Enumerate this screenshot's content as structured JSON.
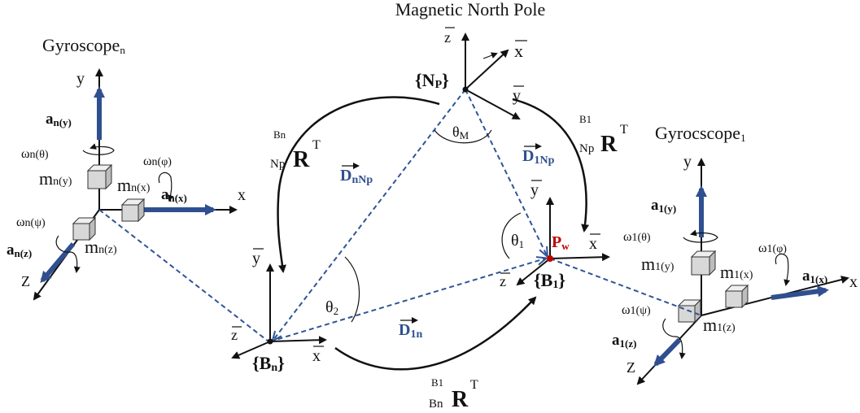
{
  "title": "Magnetic North Pole",
  "gyro_n": {
    "title_main": "Gyroscope",
    "title_sub": "n",
    "axis_y": "y",
    "axis_x": "x",
    "axis_z": "Z",
    "a_y": "a",
    "a_y_sub": "n(y)",
    "a_x": "a",
    "a_x_sub": "n(x)",
    "a_z": "a",
    "a_z_sub": "n(z)",
    "w_theta": "ω",
    "w_theta_sub": "n(θ)",
    "w_phi": "ω",
    "w_phi_sub": "n(φ)",
    "w_psi": "ω",
    "w_psi_sub": "n(ψ)",
    "m_y": "m",
    "m_y_sub": "n(y)",
    "m_x": "m",
    "m_x_sub": "n(x)",
    "m_z": "m",
    "m_z_sub": "n(z)"
  },
  "gyro_1": {
    "title_main": "Gyrocscope",
    "title_sub": "1",
    "axis_y": "y",
    "axis_x": "x",
    "axis_z": "Z",
    "a_y": "a",
    "a_y_sub": "1(y)",
    "a_x": "a",
    "a_x_sub": "1(x)",
    "a_z": "a",
    "a_z_sub": "1(z)",
    "w_theta": "ω",
    "w_theta_sub": "1(θ)",
    "w_phi": "ω",
    "w_phi_sub": "1(φ)",
    "w_psi": "ω",
    "w_psi_sub": "1(ψ)",
    "m_y": "m",
    "m_y_sub": "1(y)",
    "m_x": "m",
    "m_x_sub": "1(x)",
    "m_z": "m",
    "m_z_sub": "1(z)"
  },
  "frames": {
    "np": "{N",
    "np_sub": "P",
    "np_close": "}",
    "bn": "{B",
    "bn_sub": "n",
    "bn_close": "}",
    "b1": "{B",
    "b1_sub": "1",
    "b1_close": "}"
  },
  "vectors": {
    "z": "z",
    "x": "x",
    "y": "y",
    "D": "D",
    "d_nnp_sub": "nNp",
    "d_1np_sub": "1Np",
    "d_1n_sub": "1n"
  },
  "angles": {
    "theta": "θ",
    "theta_m_sub": "M",
    "theta_1_sub": "1",
    "theta_2_sub": "2"
  },
  "point": {
    "p": "P",
    "p_sub": "w"
  },
  "rotations": {
    "R": "R",
    "T": "T",
    "left_top": "Bn",
    "left_bot": "Np",
    "right_top": "B1",
    "right_bot": "Np",
    "bottom_top": "B1",
    "bottom_bot": "Bn"
  },
  "colors": {
    "accent_blue": "#2f4f8f",
    "dashed_blue": "#2f5597",
    "point_red": "#c00000"
  }
}
